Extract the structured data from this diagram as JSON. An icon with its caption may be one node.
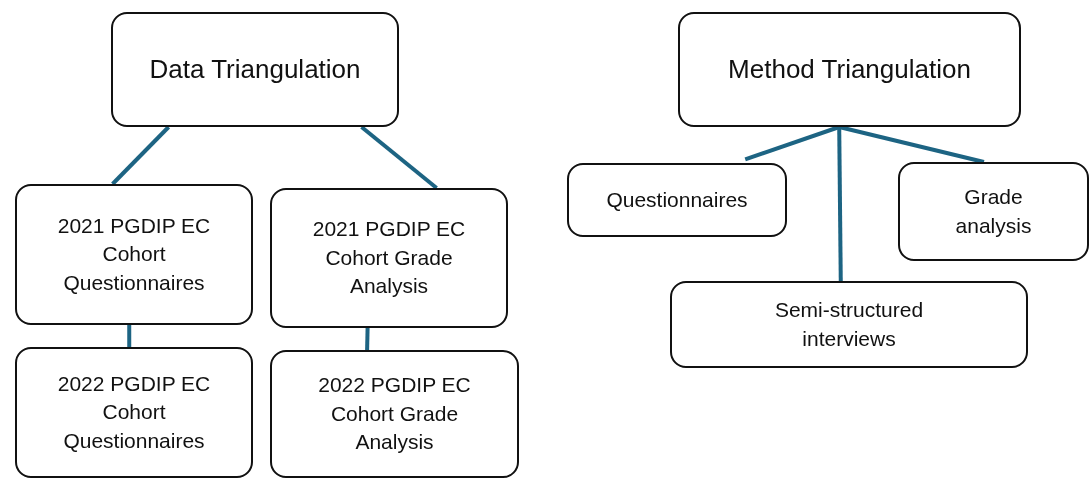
{
  "diagram": {
    "nodes": [
      {
        "text": [
          "Data Triangulation"
        ]
      },
      {
        "text": [
          "2021 PGDIP EC Cohort Questionnaires"
        ]
      },
      {
        "text": [
          "2021 PGDIP EC Cohort Grade Analysis"
        ]
      },
      {
        "text": [
          "2022 PGDIP EC Cohort Questionnaires"
        ]
      },
      {
        "text": [
          "2022 PGDIP EC Cohort Grade Analysis"
        ]
      },
      {
        "text": [
          "Method Triangulation"
        ]
      },
      {
        "text": [
          "Questionnaires"
        ]
      },
      {
        "text": [
          "Grade analysis"
        ]
      },
      {
        "text": [
          "Semi-structured interviews"
        ]
      }
    ],
    "edges": [
      {
        "from": 0,
        "to": 1,
        "arrow": "none"
      },
      {
        "from": 0,
        "to": 2,
        "arrow": "none"
      },
      {
        "from": 1,
        "to": 3,
        "arrow": "none"
      },
      {
        "from": 2,
        "to": 4,
        "arrow": "none"
      },
      {
        "from": 5,
        "to": 6,
        "arrow": "none"
      },
      {
        "from": 5,
        "to": 7,
        "arrow": "none"
      },
      {
        "from": 5,
        "to": 8,
        "arrow": "none"
      }
    ]
  }
}
